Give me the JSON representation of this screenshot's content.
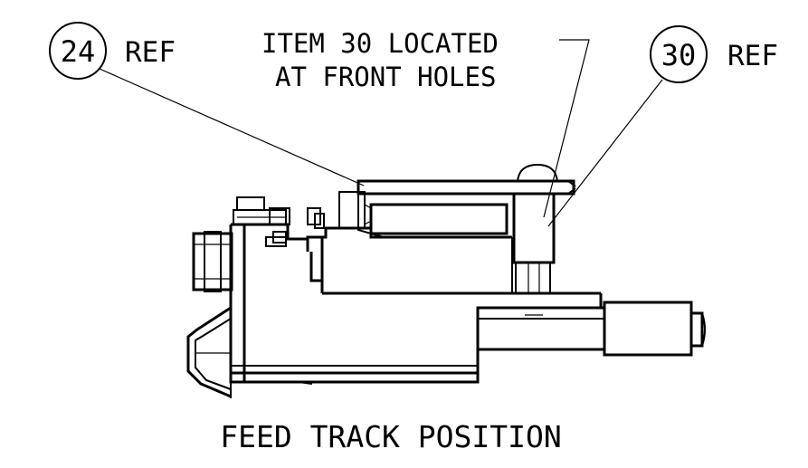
{
  "callouts": [
    {
      "number": "24",
      "suffix": "REF"
    },
    {
      "number": "30",
      "suffix": "REF"
    }
  ],
  "note": {
    "line1": "ITEM 30 LOCATED",
    "line2": "AT FRONT HOLES"
  },
  "view_title": "FEED TRACK POSITION"
}
